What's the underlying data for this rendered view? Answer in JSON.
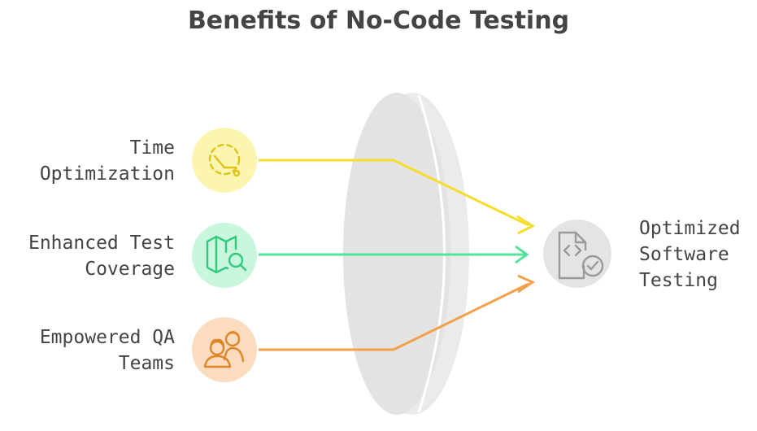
{
  "title": "Benefits of No-Code Testing",
  "colors": {
    "yellow": "#f5dd2c",
    "yellow_bg": "#fbf5b0",
    "green": "#55e39a",
    "green_bg": "#c8f7de",
    "orange": "#f2a04a",
    "orange_bg": "#fbdcbe",
    "grey_bg": "#e4e4e4",
    "icon_grey": "#9a9a9a",
    "lens": "#e6e6e6"
  },
  "inputs": [
    {
      "id": "time",
      "label_lines": [
        "Time",
        "Optimization"
      ],
      "icon": "clock-icon",
      "color": "yellow"
    },
    {
      "id": "coverage",
      "label_lines": [
        "Enhanced Test",
        "Coverage"
      ],
      "icon": "map-search-icon",
      "color": "green"
    },
    {
      "id": "teams",
      "label_lines": [
        "Empowered QA",
        "Teams"
      ],
      "icon": "team-icon",
      "color": "orange"
    }
  ],
  "output": {
    "label_lines": [
      "Optimized",
      "Software",
      "Testing"
    ],
    "icon": "code-file-check-icon"
  }
}
